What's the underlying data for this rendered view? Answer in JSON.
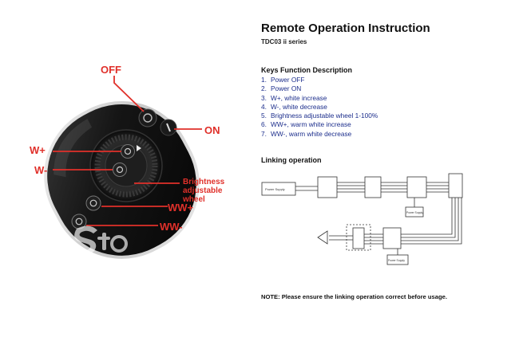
{
  "callouts": {
    "off": "OFF",
    "on": "ON",
    "w_plus": "W+",
    "w_minus": "W-",
    "brightness_line1": "Brightness",
    "brightness_line2": "adjustable wheel",
    "ww_plus": "WW+",
    "ww_minus": "WW-"
  },
  "document": {
    "title": "Remote Operation Instruction",
    "subtitle": "TDC03 ii series",
    "keys_heading": "Keys Function Description",
    "keys": [
      {
        "num": "1.",
        "text": "Power OFF"
      },
      {
        "num": "2.",
        "text": "Power ON"
      },
      {
        "num": "3.",
        "text": "W+, white increase"
      },
      {
        "num": "4.",
        "text": "W-, white decrease"
      },
      {
        "num": "5.",
        "text": "Brightness adjustable wheel 1-100%"
      },
      {
        "num": "6.",
        "text": "WW+, warm white increase"
      },
      {
        "num": "7.",
        "text": "WW-, warm white decrease"
      }
    ],
    "linking_heading": "Linking operation",
    "note": "NOTE: Please ensure the linking operation correct before usage."
  },
  "diagram": {
    "power_supply": "Power Supply",
    "power_supply_2": "Power Supply",
    "power_supply_3": "Power Supply"
  },
  "colors": {
    "callout_red": "#e0302a",
    "key_text_blue": "#1c2e8c"
  }
}
